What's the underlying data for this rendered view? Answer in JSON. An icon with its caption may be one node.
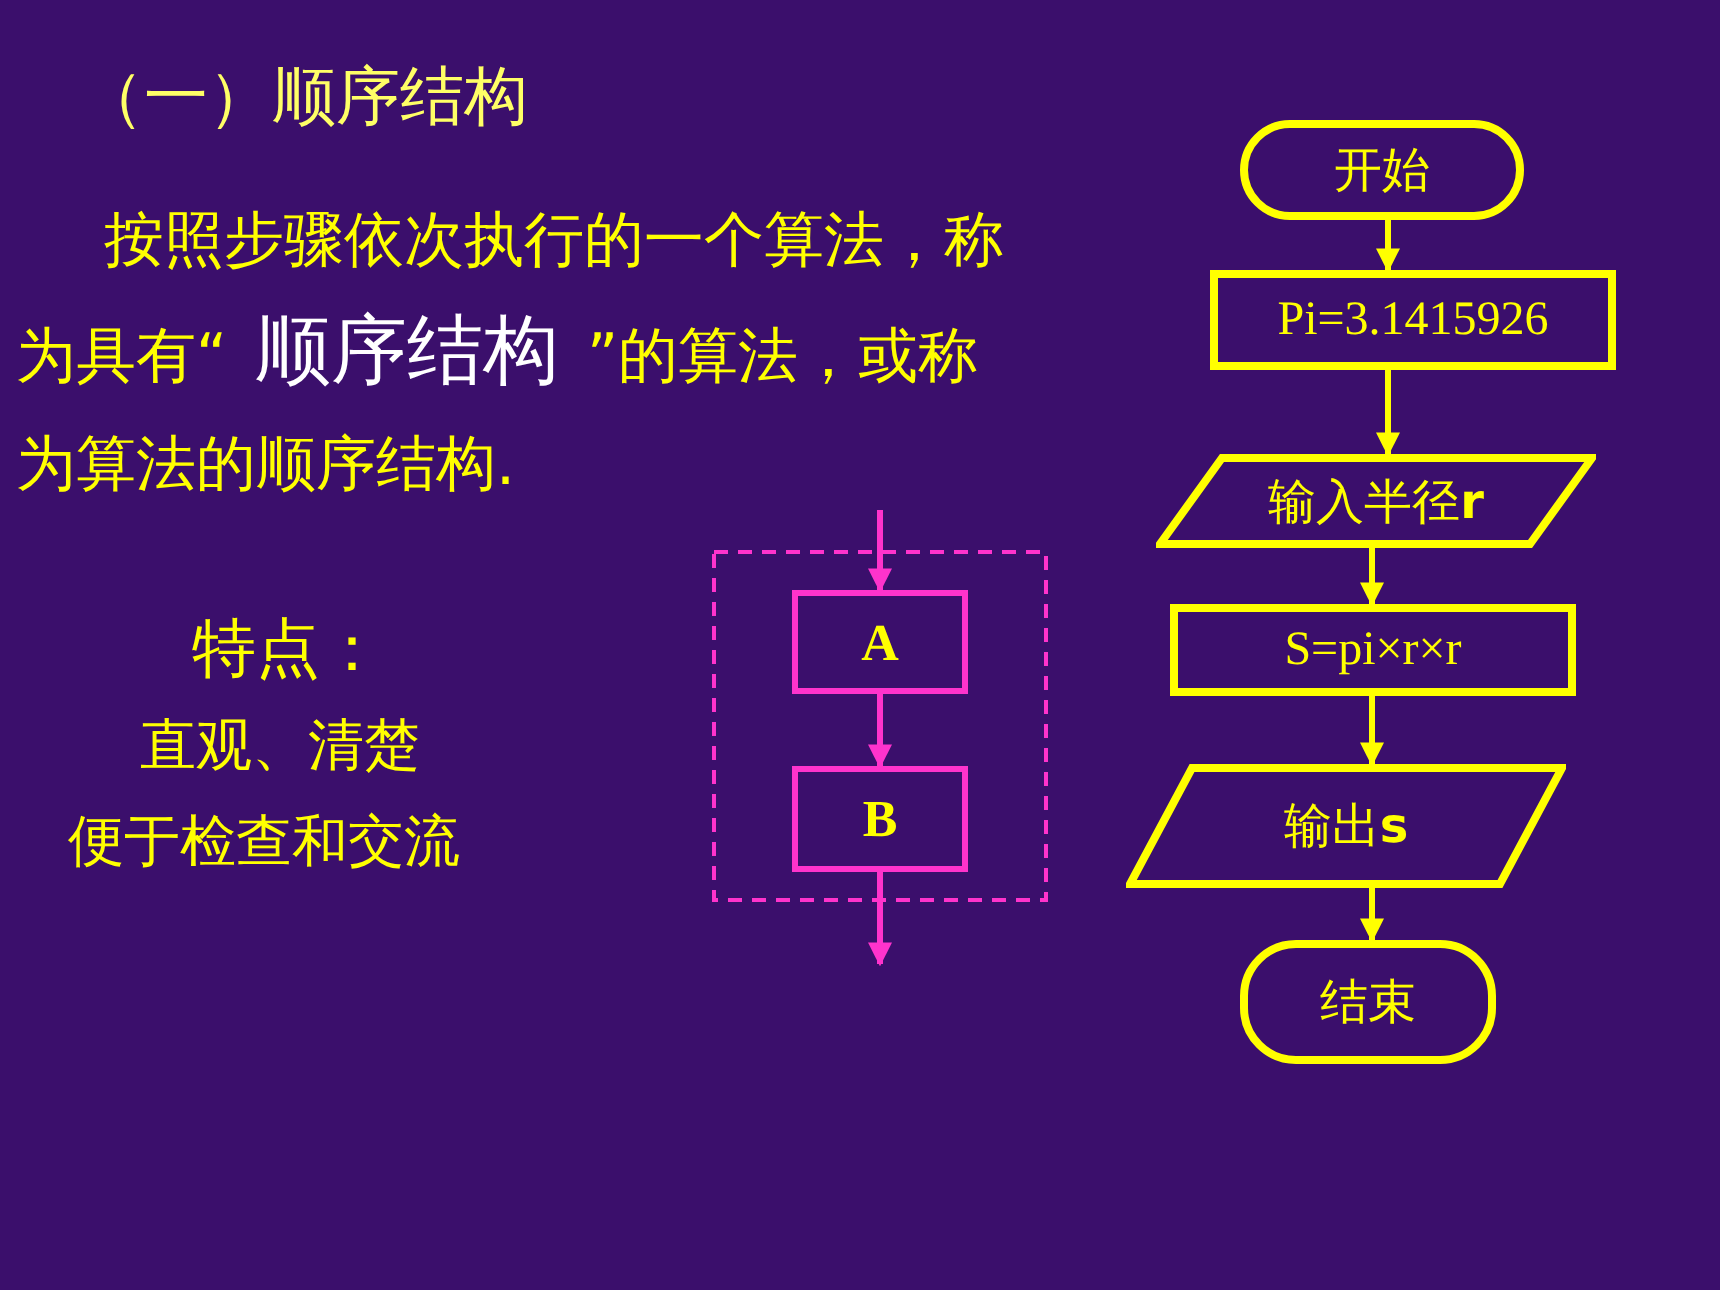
{
  "diagram": {
    "title": "（一）顺序结构",
    "nodes": [
      {
        "text": [],
        "shape": "box"
      },
      {
        "text": [
          "A"
        ],
        "in": 0
      },
      {
        "text": [
          "B"
        ],
        "in": 0
      },
      {
        "text": [
          "开始"
        ]
      },
      {
        "text": [
          "Pi=3.1415926"
        ]
      },
      {
        "text": [
          "输入半径**r**"
        ]
      },
      {
        "text": [
          "S=pi×r×r"
        ]
      },
      {
        "text": [
          "输出**s**"
        ]
      },
      {
        "text": [
          "结束"
        ]
      }
    ],
    "edges": [
      {
        "from": null,
        "to": 1,
        "arrow": "to",
        "color": "#ff33cc"
      },
      {
        "from": 1,
        "to": 2,
        "arrow": "to",
        "color": "#ff33cc"
      },
      {
        "from": 2,
        "to": null,
        "arrow": "to",
        "color": "#ff33cc"
      },
      {
        "from": 3,
        "to": 4,
        "arrow": "to"
      },
      {
        "from": 4,
        "to": 5,
        "arrow": "to"
      },
      {
        "from": 5,
        "to": 6,
        "arrow": "to"
      },
      {
        "from": 6,
        "to": 7,
        "arrow": "to"
      },
      {
        "from": 7,
        "to": 8,
        "arrow": "to"
      }
    ],
    "labels": [
      "按照步骤依次执行的一个算法，称为具有“**顺序结构**”的算法，或称为算法的顺序结构.",
      "特点：",
      "直观、清楚",
      "便于检查和交流"
    ]
  }
}
